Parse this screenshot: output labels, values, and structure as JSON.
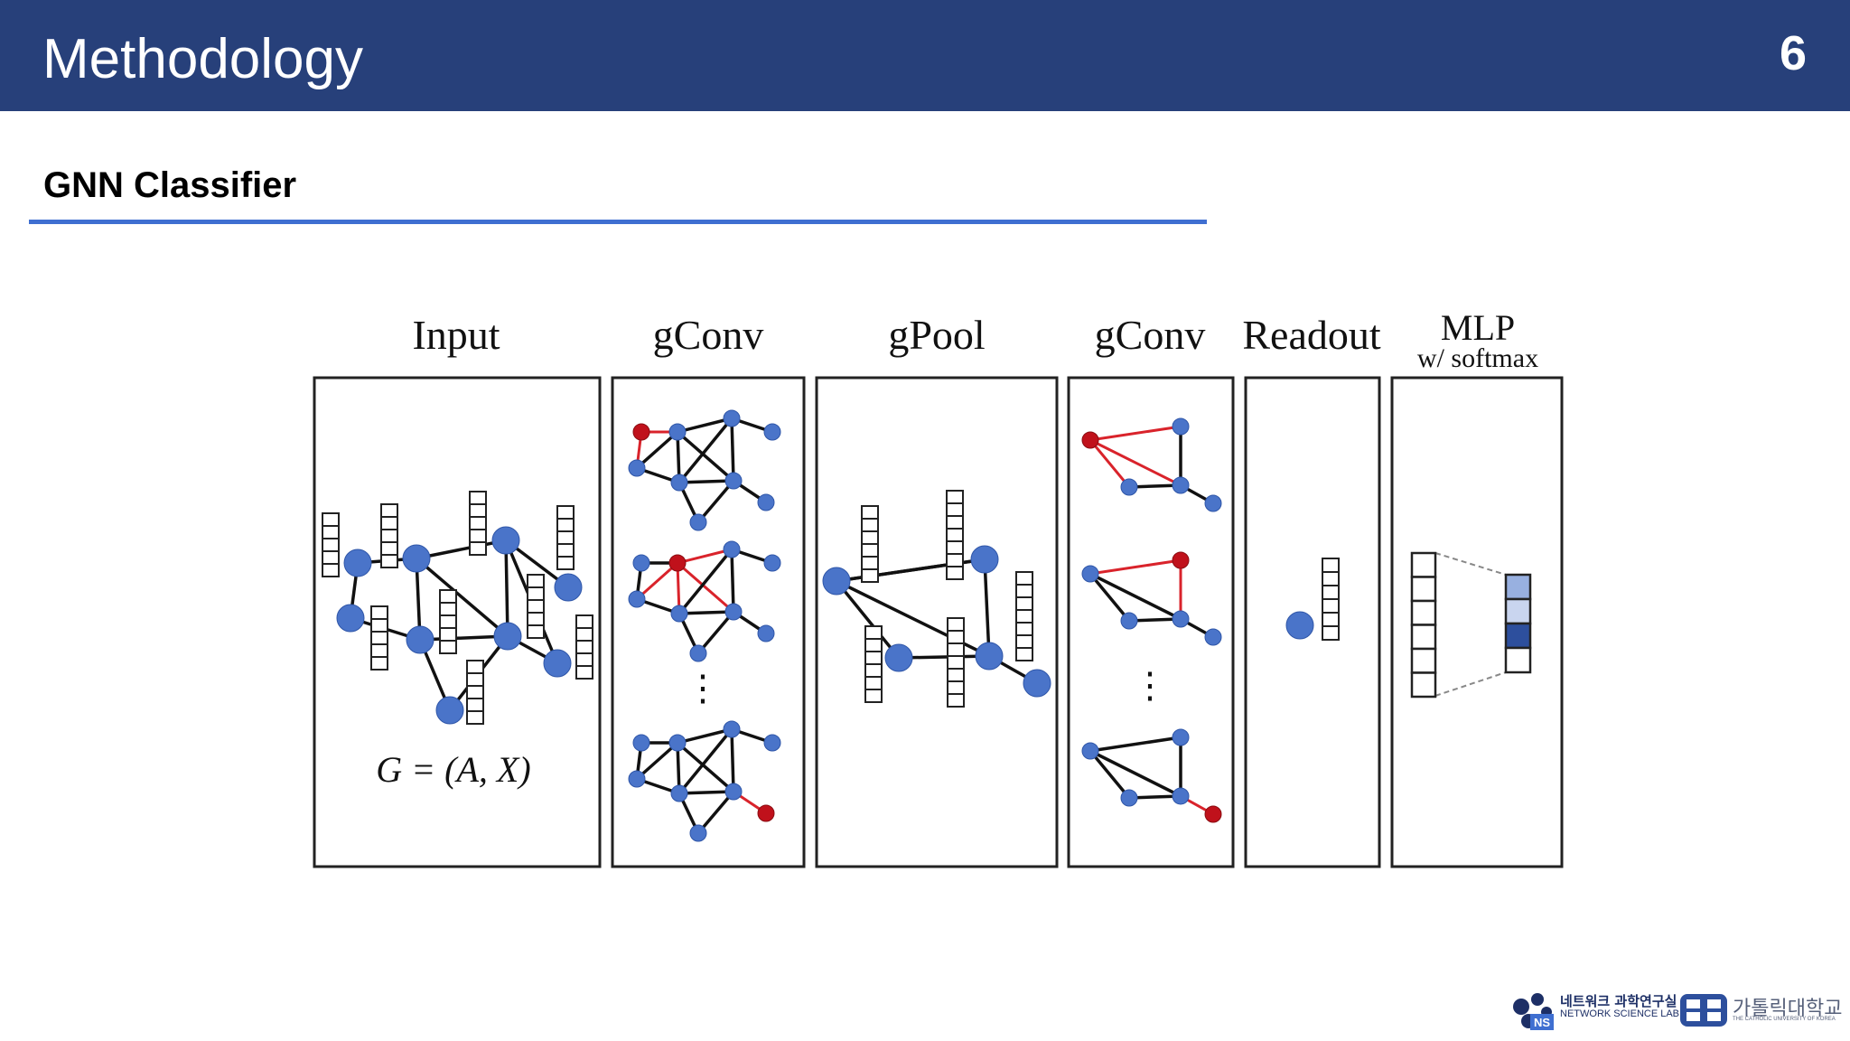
{
  "header": {
    "title": "Methodology",
    "page_number": "6"
  },
  "section": {
    "subtitle": "GNN Classifier"
  },
  "diagram": {
    "stages": [
      {
        "label": "Input"
      },
      {
        "label": "gConv"
      },
      {
        "label": "gPool"
      },
      {
        "label": "gConv"
      },
      {
        "label": "Readout"
      },
      {
        "label": "MLP",
        "sublabel": "w/ softmax"
      }
    ],
    "formula": "G = (A, X)",
    "ellipsis": "⋮",
    "colors": {
      "node": "#4a74c9",
      "node_stroke": "#2f56a8",
      "highlight_node": "#c0111b",
      "highlight_edge": "#d9232b",
      "edge": "#111111",
      "softmax_light": "#98b0e0",
      "softmax_lighter": "#c9d5ef",
      "softmax_dark": "#2d4f9d"
    }
  },
  "footer": {
    "lab_logo_icon": "ns-lab-logo-icon",
    "lab_name_kr": "네트워크 과학연구실",
    "lab_name_en": "NETWORK SCIENCE LAB",
    "univ_logo_icon": "catholic-univ-logo-icon",
    "univ_name_kr": "가톨릭대학교",
    "univ_name_en": "THE CATHOLIC UNIVERSITY OF KOREA"
  }
}
